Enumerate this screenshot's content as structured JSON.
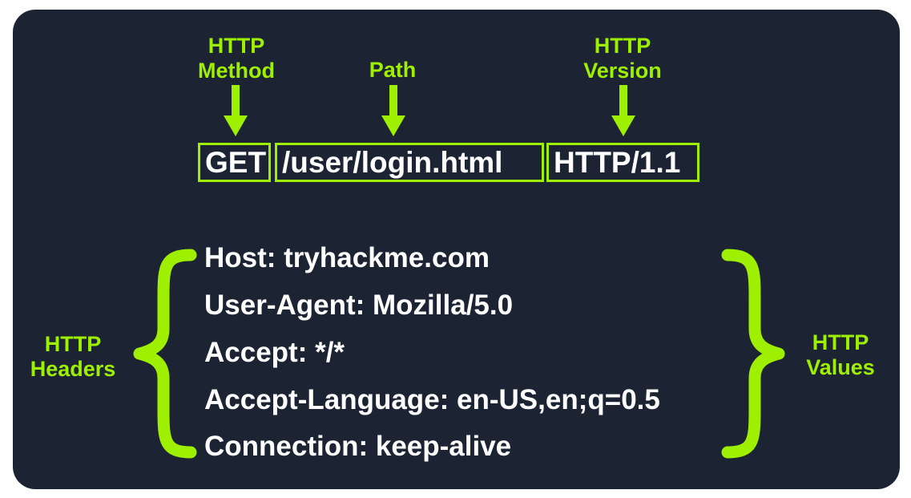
{
  "callouts": {
    "method": {
      "line1": "HTTP",
      "line2": "Method"
    },
    "path": {
      "line1": "Path"
    },
    "version": {
      "line1": "HTTP",
      "line2": "Version"
    },
    "headers": {
      "line1": "HTTP",
      "line2": "Headers"
    },
    "values": {
      "line1": "HTTP",
      "line2": "Values"
    }
  },
  "request_line": {
    "method": "GET",
    "path": "/user/login.html",
    "version": "HTTP/1.1"
  },
  "headers": [
    "Host: tryhackme.com",
    "User-Agent: Mozilla/5.0",
    "Accept: */*",
    "Accept-Language: en-US,en;q=0.5",
    "Connection: keep-alive"
  ],
  "colors": {
    "background": "#1c2433",
    "accent": "#9fef00",
    "text": "#ffffff"
  }
}
